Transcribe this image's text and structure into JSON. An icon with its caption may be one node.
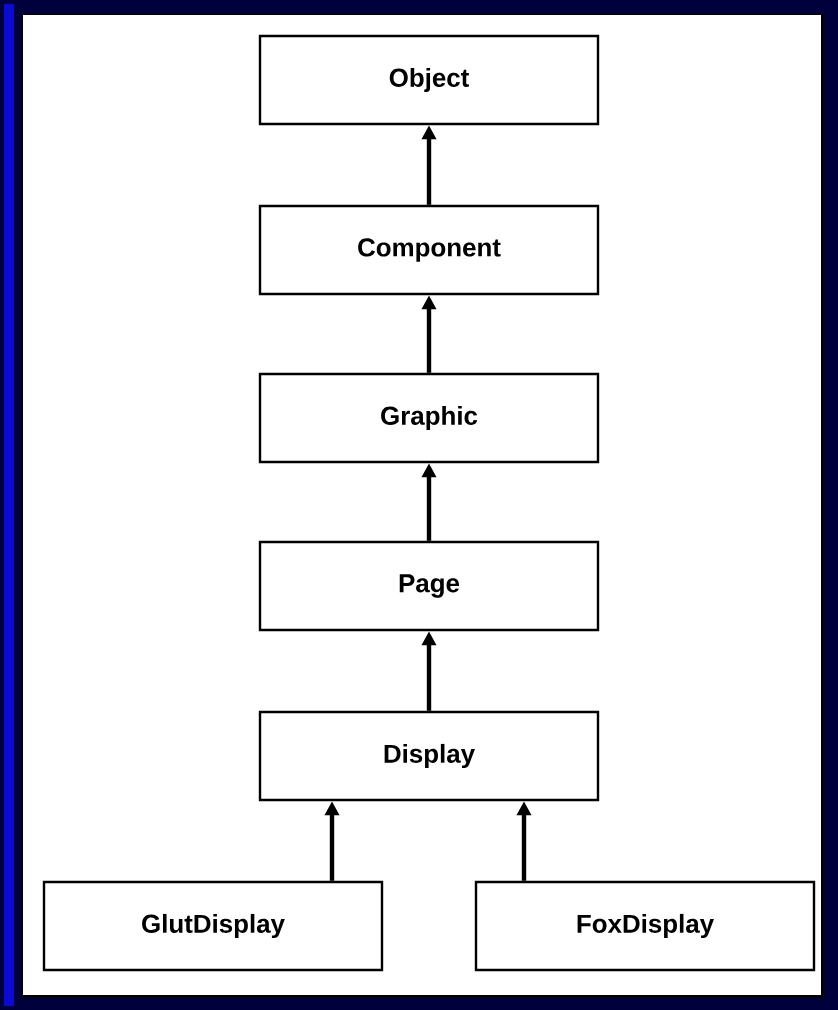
{
  "diagram": {
    "nodes": [
      {
        "text": [
          "Object"
        ]
      },
      {
        "text": [
          "Component"
        ]
      },
      {
        "text": [
          "Graphic"
        ]
      },
      {
        "text": [
          "Page"
        ]
      },
      {
        "text": [
          "Display"
        ]
      },
      {
        "text": [
          "GlutDisplay"
        ]
      },
      {
        "text": [
          "FoxDisplay"
        ]
      }
    ],
    "edges": [
      {
        "from": 1,
        "to": 0,
        "arrow": "to"
      },
      {
        "from": 2,
        "to": 1,
        "arrow": "to"
      },
      {
        "from": 3,
        "to": 2,
        "arrow": "to"
      },
      {
        "from": 4,
        "to": 3,
        "arrow": "to"
      },
      {
        "from": 5,
        "to": 4,
        "arrow": "to"
      },
      {
        "from": 6,
        "to": 4,
        "arrow": "to"
      }
    ]
  }
}
